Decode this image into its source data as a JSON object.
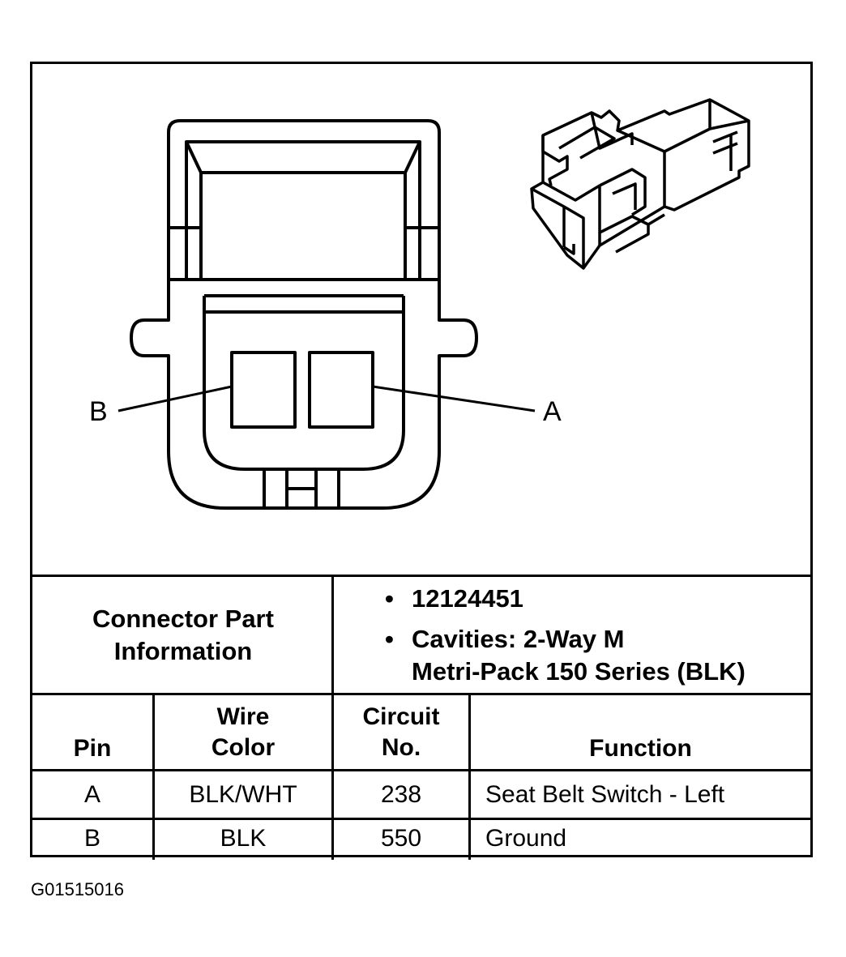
{
  "diagram": {
    "callouts": {
      "pin_b": "B",
      "pin_a": "A"
    }
  },
  "info": {
    "label": "Connector Part Information",
    "part_number": "12124451",
    "cavities_line1": "Cavities: 2-Way M",
    "cavities_line2": "Metri-Pack 150 Series (BLK)"
  },
  "table": {
    "headers": {
      "pin": "Pin",
      "wire_line1": "Wire",
      "wire_line2": "Color",
      "circuit_line1": "Circuit",
      "circuit_line2": "No.",
      "function": "Function"
    },
    "rows": [
      {
        "pin": "A",
        "wire": "BLK/WHT",
        "circuit": "238",
        "function": "Seat Belt Switch - Left"
      },
      {
        "pin": "B",
        "wire": "BLK",
        "circuit": "550",
        "function": "Ground"
      }
    ]
  },
  "figure_id": "G01515016"
}
